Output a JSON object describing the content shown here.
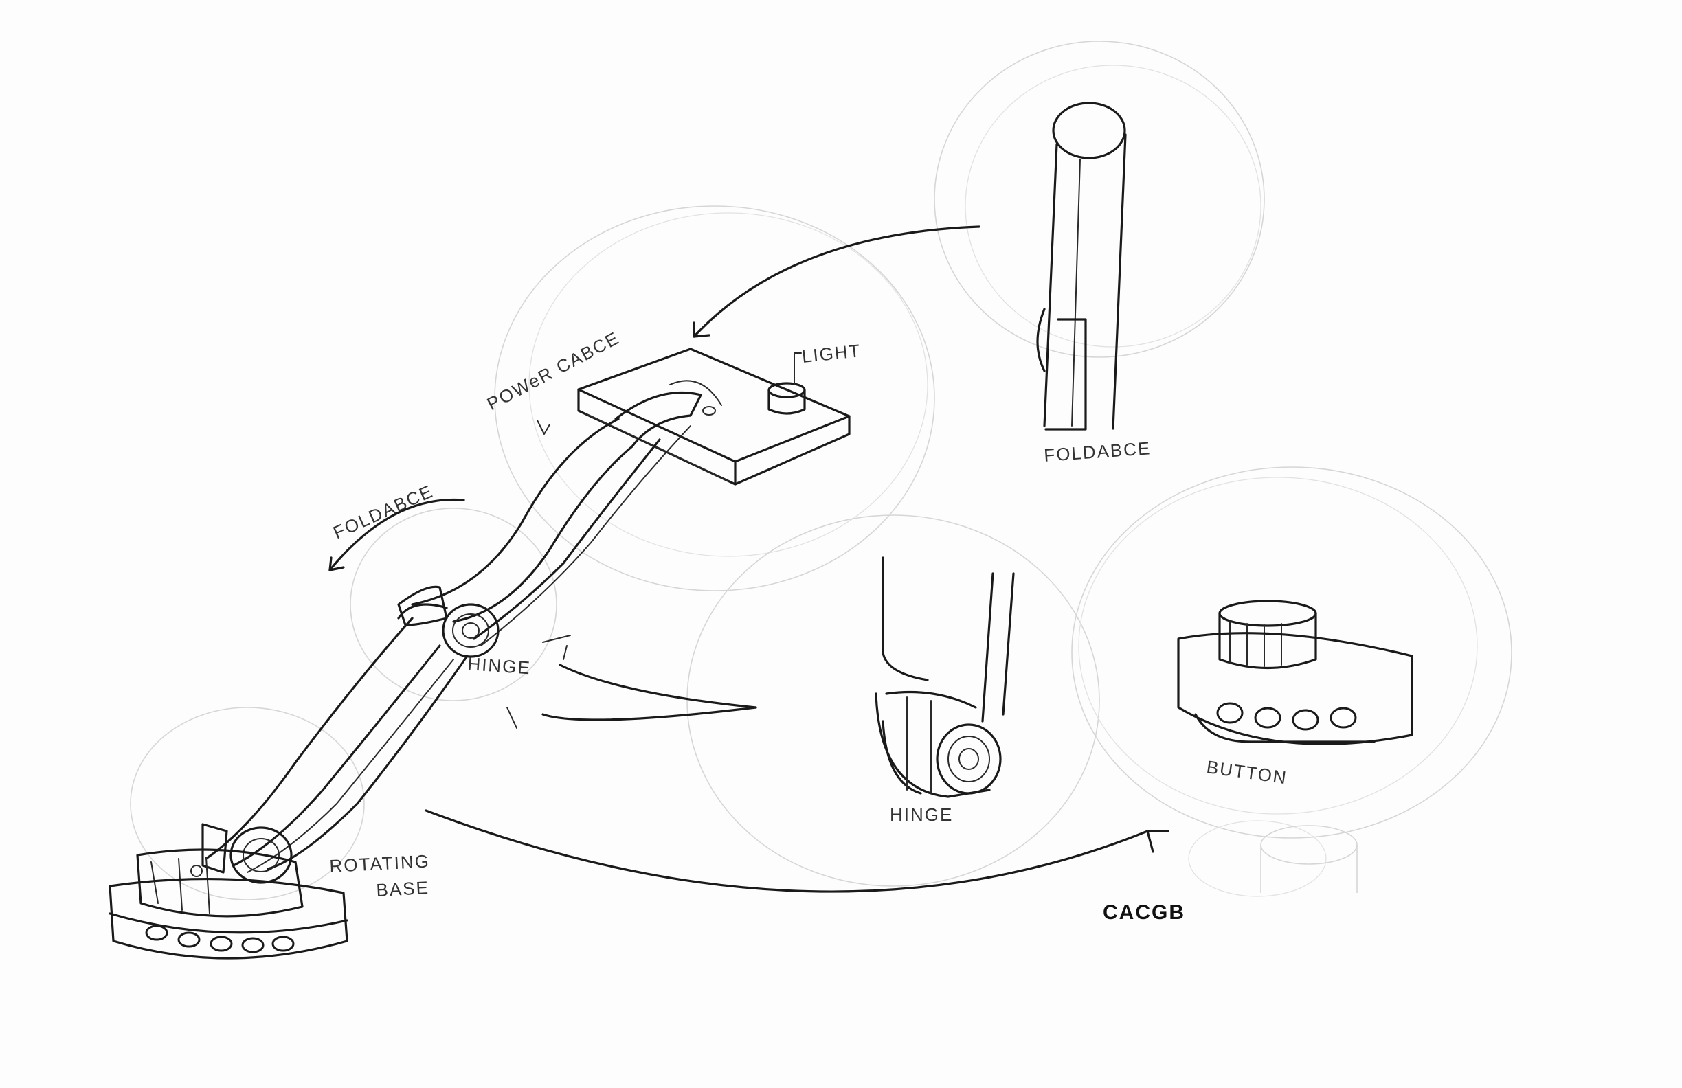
{
  "labels": {
    "power_cable": "POWeR CABCE",
    "light": "LIGHT",
    "foldable_left": "FOLDABCE",
    "foldable_right": "FOLDABCE",
    "hinge_left": "HINGE",
    "hinge_right": "HINGE",
    "rotating": "ROTATING",
    "base": "BASE",
    "button": "BUTTON",
    "signature": "CACGB"
  },
  "colors": {
    "ink": "#1a1a1a",
    "construction": "#d6d6d6",
    "paper": "#fdfdfd"
  },
  "icons": {
    "base_buttons": "circle-slot-icon",
    "hinge_pin": "hinge-pin-icon"
  }
}
